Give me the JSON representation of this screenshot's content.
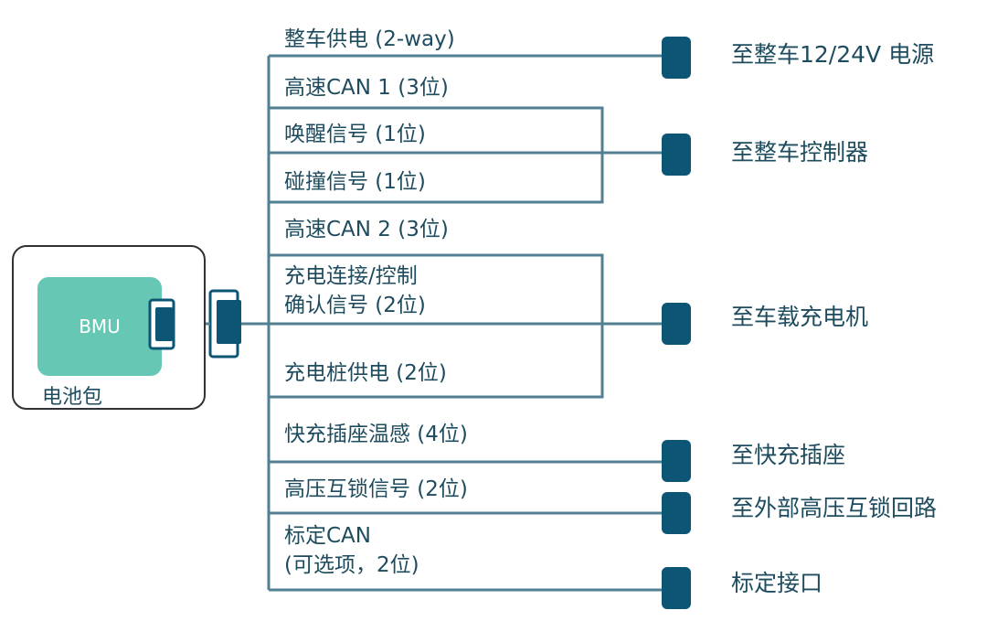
{
  "pack_label": "电池包",
  "bmu_label": "BMU",
  "signals": [
    "整车供电 (2-way)",
    "高速CAN 1 (3位)",
    "唤醒信号 (1位)",
    "碰撞信号 (1位)",
    "高速CAN 2 (3位)",
    "充电连接/控制",
    "确认信号 (2位)",
    "充电桩供电 (2位)",
    "快充插座温感 (4位)",
    "高压互锁信号 (2位)",
    "标定CAN",
    "(可选项，2位)"
  ],
  "destinations": [
    "至整车12/24V 电源",
    "至整车控制器",
    "至车载充电机",
    "至快充插座",
    "至外部高压互锁回路",
    "标定接口"
  ],
  "colors": {
    "line": "#537f92",
    "connector": "#0d5574",
    "bmu_fill": "#66c7b4",
    "pack_border": "#2f3134",
    "text": "#1e4c5e"
  }
}
